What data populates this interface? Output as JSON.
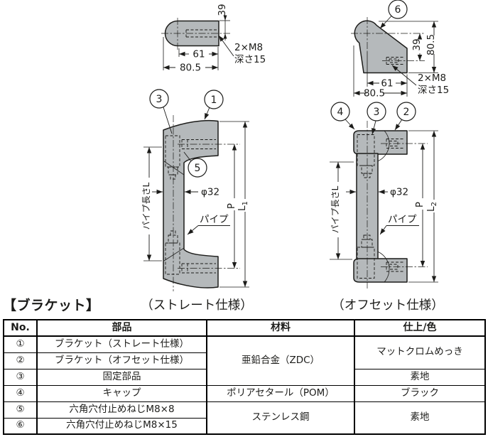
{
  "colors": {
    "part_fill": "#b5b9bb",
    "line": "#1c1c1a",
    "background": "#ffffff",
    "table_border": "#000000"
  },
  "section": {
    "title": "【ブラケット】"
  },
  "straight_detail": {
    "dim_39": "39",
    "dim_61": "61",
    "dim_805": "80.5",
    "thread": "2×M8",
    "depth": "深さ15"
  },
  "offset_detail": {
    "dim_39": "39",
    "dim_805_v": "80.5",
    "dim_61": "61",
    "dim_805_h": "80.5",
    "thread": "2×M8",
    "depth": "深さ15",
    "callout_6": "6"
  },
  "straight": {
    "callout_1": "1",
    "callout_3": "3",
    "callout_5": "5",
    "pipe_length_label": "パイプ長さL",
    "dia_label": "φ32",
    "pipe_label": "パイプ",
    "p_label": "P",
    "l_label": "L",
    "l_sub": "1",
    "caption": "（ストレート仕様）"
  },
  "offset": {
    "callout_2": "2",
    "callout_3": "3",
    "callout_4": "4",
    "pipe_length_label": "パイプ長さL",
    "dia_label": "φ32",
    "pipe_label": "パイプ",
    "p_label": "P",
    "l_label": "L",
    "l_sub": "2",
    "caption": "（オフセット仕様）"
  },
  "table": {
    "headers": [
      "No.",
      "部品",
      "材料",
      "仕上/色"
    ],
    "rows": [
      {
        "no": "①",
        "part": "ブラケット（ストレート仕様）"
      },
      {
        "no": "②",
        "part": "ブラケット（オフセット仕様）"
      },
      {
        "no": "③",
        "part": "固定部品"
      },
      {
        "no": "④",
        "part": "キャップ"
      },
      {
        "no": "⑤",
        "part": "六角穴付止めねじM8×8"
      },
      {
        "no": "⑥",
        "part": "六角穴付止めねじM8×15"
      }
    ],
    "materials": [
      {
        "label": "亜鉛合金（ZDC）"
      },
      {
        "label": "ポリアセタール（POM）"
      },
      {
        "label": "ステンレス鋼"
      }
    ],
    "finishes": [
      {
        "label": "マットクロムめっき"
      },
      {
        "label": "素地"
      },
      {
        "label": "ブラック"
      },
      {
        "label": "素地"
      }
    ]
  }
}
